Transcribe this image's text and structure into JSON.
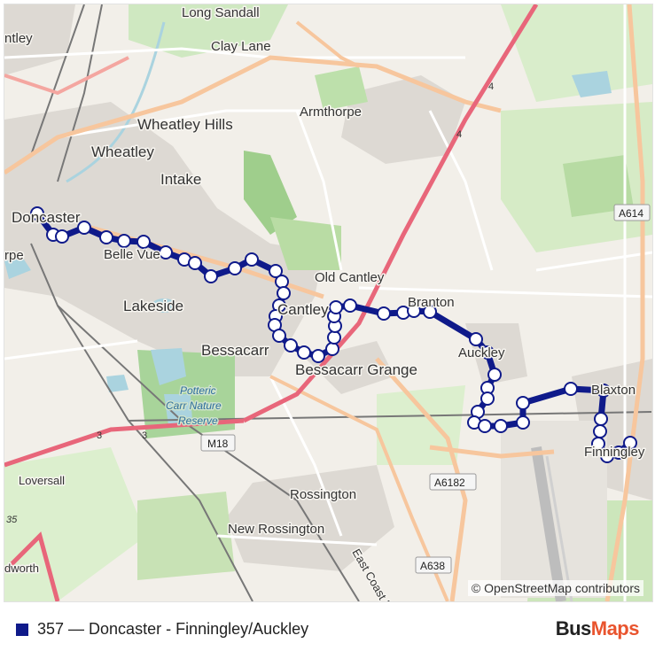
{
  "map": {
    "places": [
      {
        "name": "Long Sandall",
        "size": "med"
      },
      {
        "name": "ntley",
        "size": "med"
      },
      {
        "name": "Clay Lane",
        "size": "med"
      },
      {
        "name": "Armthorpe",
        "size": "med"
      },
      {
        "name": "Wheatley Hills",
        "size": "big"
      },
      {
        "name": "Wheatley",
        "size": "big"
      },
      {
        "name": "Intake",
        "size": "big"
      },
      {
        "name": "Doncaster",
        "size": "big"
      },
      {
        "name": "rpe",
        "size": "med"
      },
      {
        "name": "Belle Vue",
        "size": "med"
      },
      {
        "name": "Lakeside",
        "size": "big"
      },
      {
        "name": "Old Cantley",
        "size": "med"
      },
      {
        "name": "Cantley",
        "size": "big"
      },
      {
        "name": "Branton",
        "size": "med"
      },
      {
        "name": "Bessacarr",
        "size": "big"
      },
      {
        "name": "Bessacarr Grange",
        "size": "big"
      },
      {
        "name": "Auckley",
        "size": "med"
      },
      {
        "name": "Blaxton",
        "size": "med"
      },
      {
        "name": "Finningley",
        "size": "med"
      },
      {
        "name": "Loversall",
        "size": "small"
      },
      {
        "name": "Rossington",
        "size": "med"
      },
      {
        "name": "New Rossington",
        "size": "med"
      },
      {
        "name": "dworth",
        "size": "small"
      },
      {
        "name": "East Coast M",
        "size": "small"
      }
    ],
    "water_labels": [
      "Potteric",
      "Carr Nature",
      "Reserve"
    ],
    "road_shields": [
      "A614",
      "M18",
      "A6182",
      "A638"
    ],
    "road_numbers": [
      "4",
      "4",
      "3",
      "3",
      "35"
    ],
    "attribution": "© OpenStreetMap contributors"
  },
  "route": {
    "color": "#0f1a8a",
    "stops": [
      [
        37,
        236
      ],
      [
        55,
        260
      ],
      [
        65,
        262
      ],
      [
        90,
        252
      ],
      [
        115,
        263
      ],
      [
        135,
        267
      ],
      [
        157,
        268
      ],
      [
        182,
        280
      ],
      [
        203,
        288
      ],
      [
        215,
        292
      ],
      [
        233,
        307
      ],
      [
        260,
        298
      ],
      [
        279,
        288
      ],
      [
        306,
        301
      ],
      [
        313,
        313
      ],
      [
        315,
        326
      ],
      [
        310,
        340
      ],
      [
        306,
        352
      ],
      [
        305,
        362
      ],
      [
        310,
        374
      ],
      [
        323,
        385
      ],
      [
        338,
        393
      ],
      [
        354,
        397
      ],
      [
        370,
        389
      ],
      [
        372,
        376
      ],
      [
        373,
        363
      ],
      [
        372,
        352
      ],
      [
        374,
        342
      ],
      [
        390,
        340
      ],
      [
        428,
        349
      ],
      [
        450,
        348
      ],
      [
        462,
        346
      ],
      [
        480,
        347
      ],
      [
        532,
        378
      ],
      [
        545,
        393
      ],
      [
        553,
        418
      ],
      [
        545,
        433
      ],
      [
        545,
        445
      ],
      [
        534,
        460
      ],
      [
        530,
        472
      ],
      [
        542,
        476
      ],
      [
        560,
        476
      ],
      [
        585,
        472
      ],
      [
        585,
        450
      ],
      [
        639,
        434
      ],
      [
        676,
        436
      ],
      [
        673,
        468
      ],
      [
        672,
        482
      ],
      [
        670,
        496
      ],
      [
        680,
        510
      ],
      [
        693,
        506
      ],
      [
        706,
        495
      ]
    ]
  },
  "legend": {
    "route_label": "357 — Doncaster - Finningley/Auckley",
    "swatch_color": "#0f1a8a"
  },
  "brand": {
    "part1": "Bus",
    "part2": "Maps"
  }
}
